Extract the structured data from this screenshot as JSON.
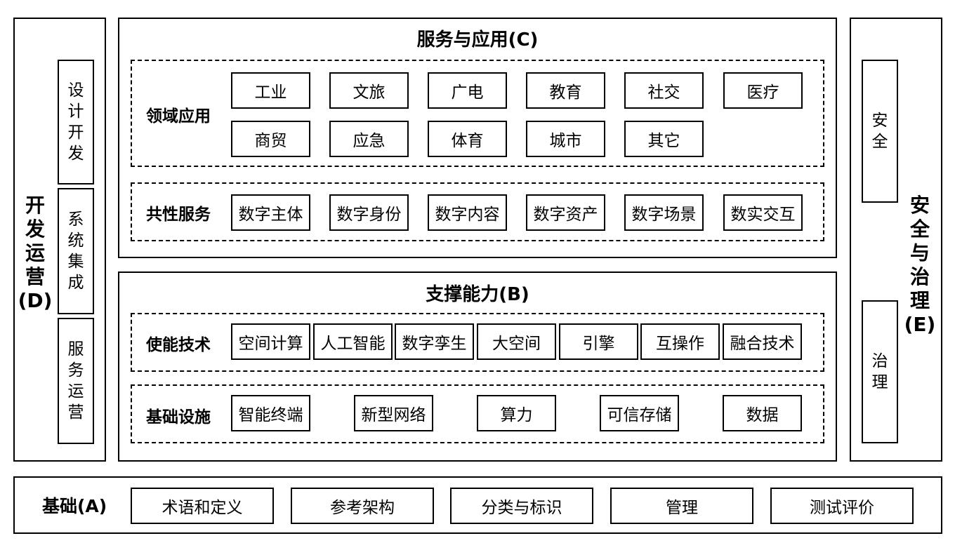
{
  "left": {
    "title_chars": [
      "开",
      "发",
      "运",
      "营"
    ],
    "title_code": "(D)",
    "boxes": [
      {
        "chars": [
          "设",
          "计",
          "开",
          "发"
        ]
      },
      {
        "chars": [
          "系",
          "统",
          "集",
          "成"
        ]
      },
      {
        "chars": [
          "服",
          "务",
          "运",
          "营"
        ]
      }
    ]
  },
  "right": {
    "title_chars": [
      "安",
      "全",
      "与",
      "治",
      "理"
    ],
    "title_code": "(E)",
    "boxes": [
      {
        "chars": [
          "安",
          "全"
        ]
      },
      {
        "chars": [
          "治",
          "理"
        ]
      }
    ]
  },
  "services": {
    "title": "服务与应用(C)",
    "domain": {
      "label": "领域应用",
      "row1": [
        "工业",
        "文旅",
        "广电",
        "教育",
        "社交",
        "医疗"
      ],
      "row2": [
        "商贸",
        "应急",
        "体育",
        "城市",
        "其它"
      ]
    },
    "common": {
      "label": "共性服务",
      "items": [
        "数字主体",
        "数字身份",
        "数字内容",
        "数字资产",
        "数字场景",
        "数实交互"
      ]
    }
  },
  "support": {
    "title": "支撑能力(B)",
    "enabling": {
      "label": "使能技术",
      "items": [
        "空间计算",
        "人工智能",
        "数字孪生",
        "大空间",
        "引擎",
        "互操作",
        "融合技术"
      ]
    },
    "infra": {
      "label": "基础设施",
      "items": [
        "智能终端",
        "新型网络",
        "算力",
        "可信存储",
        "数据"
      ]
    }
  },
  "foundation": {
    "label": "基础(A)",
    "items": [
      "术语和定义",
      "参考架构",
      "分类与标识",
      "管理",
      "测试评价"
    ]
  }
}
